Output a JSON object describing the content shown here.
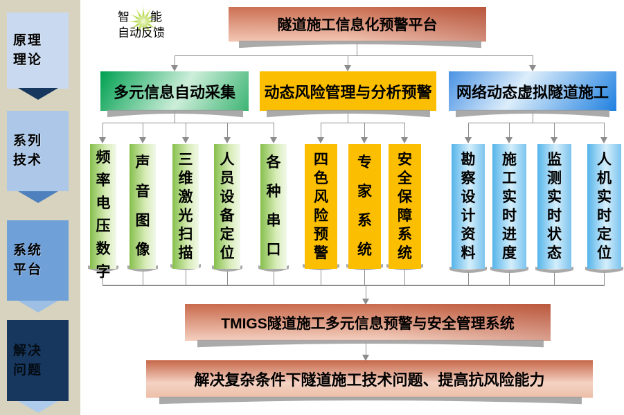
{
  "sidebar": {
    "items": [
      {
        "lines": [
          "原理",
          "理论"
        ]
      },
      {
        "lines": [
          "系列",
          "技术"
        ]
      },
      {
        "lines": [
          "系统",
          "平台"
        ]
      },
      {
        "lines": [
          "解决",
          "问题"
        ]
      }
    ]
  },
  "annotation": {
    "part1": "智",
    "part2": "能",
    "line2": "自动反馈"
  },
  "title": "隧道施工信息化预警平台",
  "branches": [
    {
      "header": "多元信息自动采集",
      "items": [
        "频率电压数字",
        "声音图像",
        "三维激光扫描",
        "人员设备定位",
        "各种串口"
      ]
    },
    {
      "header": "动态风险管理与分析预警",
      "items": [
        "四色风险预警",
        "专家系统",
        "安全保障系统"
      ]
    },
    {
      "header": "网络动态虚拟隧道施工",
      "items": [
        "勘察设计资料",
        "施工实时进度",
        "监测实时状态",
        "人机实时定位"
      ]
    }
  ],
  "bottom": {
    "system": "TMIGS隧道施工多元信息预警与安全管理系统",
    "goal": "解决复杂条件下隧道施工技术问题、提高抗风险能力"
  },
  "colors": {
    "sidebar_strip": "#D8D3BE",
    "stage_1_bg": "#C9D9F0",
    "stage_2_bg": "#ACC7E8",
    "stage_3_bg": "#70A0D8",
    "stage_4_bg": "#17375E",
    "arrow_1": "#17375E",
    "arrow_2": "#4E80BD",
    "arrow_3": "#9DBFE4",
    "arrow_4": "#AFCBEB",
    "platform_red": "#C86A4D",
    "branch_green": "#00A050",
    "branch_yellow": "#FCBE00",
    "branch_blue": "#2F86DE",
    "connector_gray": "#8C8C8C"
  }
}
